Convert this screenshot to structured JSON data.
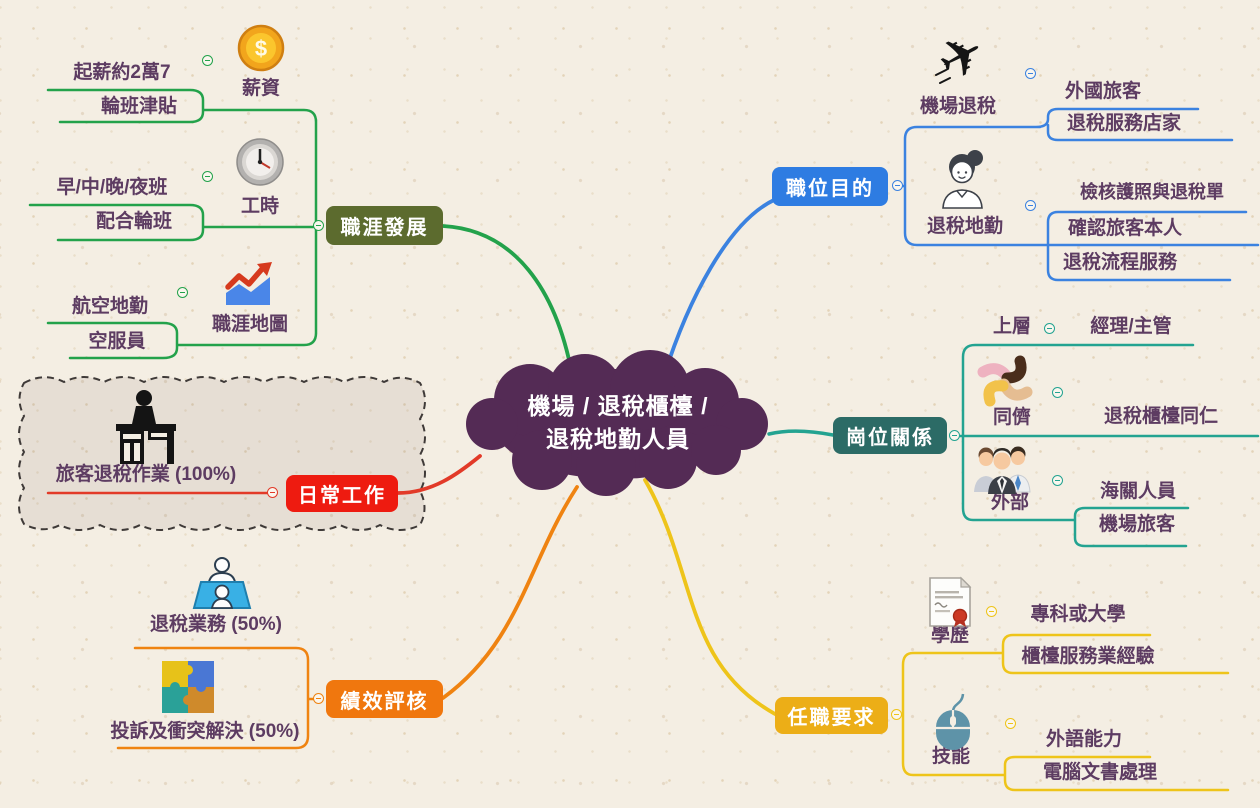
{
  "title": {
    "line1": "機場 / 退稅櫃檯 /",
    "line2": "退稅地勤人員"
  },
  "colors": {
    "background": "#f4eee3",
    "text": "#5d3c62",
    "center_fill": "#542b55",
    "career_line": "#23a24b",
    "career_box": "#5c6b2e",
    "purpose_line": "#3b82e0",
    "purpose_box": "#2e7ce2",
    "relations_line": "#23a391",
    "relations_box": "#2c6b66",
    "daily_line": "#e23a28",
    "daily_box": "#ee1b10",
    "performance_line": "#ef8311",
    "performance_box": "#f0770e",
    "requirements_line": "#eec41a",
    "requirements_box": "#ecae17",
    "boundary_stroke": "#3f3a38"
  },
  "career": {
    "label": "職涯發展",
    "salary": {
      "label": "薪資",
      "icon": "coin-icon",
      "items": {
        "base": "起薪約2萬7",
        "allowance": "輪班津貼"
      }
    },
    "hours": {
      "label": "工時",
      "icon": "clock-icon",
      "items": {
        "shifts": "早/中/晚/夜班",
        "rotation": "配合輪班"
      }
    },
    "map": {
      "label": "職涯地圖",
      "icon": "chart-icon",
      "items": {
        "ground": "航空地勤",
        "attendant": "空服員"
      }
    }
  },
  "purpose": {
    "label": "職位目的",
    "airport": {
      "label": "機場退稅",
      "icon": "airplane-icon",
      "items": {
        "a": "外國旅客",
        "b": "退稅服務店家"
      }
    },
    "ground": {
      "label": "退稅地勤",
      "icon": "woman-icon",
      "items": {
        "a": "檢核護照與退稅單",
        "b": "確認旅客本人",
        "c": "退稅流程服務"
      }
    }
  },
  "relations": {
    "label": "崗位關係",
    "upper": {
      "label": "上層",
      "items": {
        "a": "經理/主管"
      }
    },
    "peer": {
      "label": "同儕",
      "icon": "hands-icon",
      "items": {
        "a": "退稅櫃檯同仁"
      }
    },
    "external": {
      "label": "外部",
      "icon": "people-icon",
      "items": {
        "a": "海關人員",
        "b": "機場旅客"
      }
    }
  },
  "daily": {
    "label": "日常工作",
    "task": {
      "label": "旅客退稅作業 (100%)",
      "icon": "desk-icon"
    }
  },
  "performance": {
    "label": "績效評核",
    "items": {
      "refund": "退稅業務 (50%)",
      "complaint": "投訴及衝突解決 (50%)"
    }
  },
  "requirements": {
    "label": "任職要求",
    "education": {
      "label": "學歷",
      "icon": "certificate-icon",
      "items": {
        "a": "專科或大學",
        "b": "櫃檯服務業經驗"
      }
    },
    "skills": {
      "label": "技能",
      "icon": "mouse-icon",
      "items": {
        "a": "外語能力",
        "b": "電腦文書處理"
      }
    }
  }
}
